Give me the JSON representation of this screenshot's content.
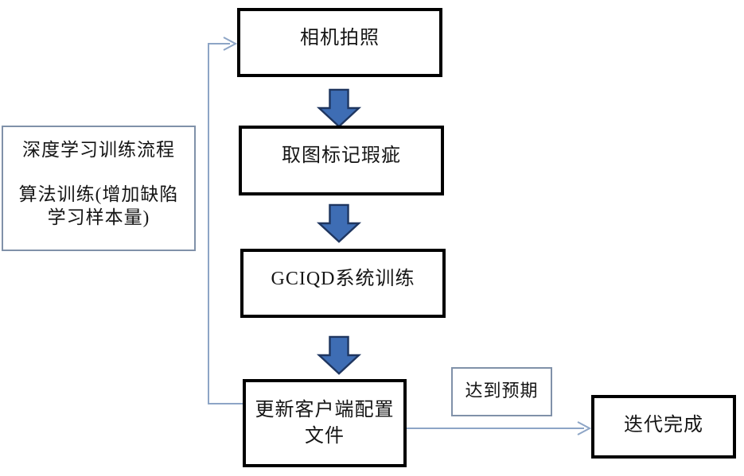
{
  "colors": {
    "blockArrowFill": "#3e6db4",
    "blockArrowStroke": "#1f3660",
    "connector": "#8da5c6",
    "nodeBorder": "#000000",
    "thinBorder": "#8091a9",
    "text": "#151515"
  },
  "flowchart": {
    "side_note": {
      "line1": "深度学习训练流程",
      "line2": "算法训练(增加缺陷",
      "line3": "学习样本量)"
    },
    "nodes": {
      "camera": {
        "label": "相机拍照"
      },
      "mark_defects": {
        "label": "取图标记瑕疵"
      },
      "system_training": {
        "label": "GCIQD系统训练"
      },
      "update_config": {
        "label_line1": "更新客户端配置",
        "label_line2": "文件"
      },
      "expected": {
        "label": "达到预期"
      },
      "done": {
        "label": "迭代完成"
      }
    }
  }
}
